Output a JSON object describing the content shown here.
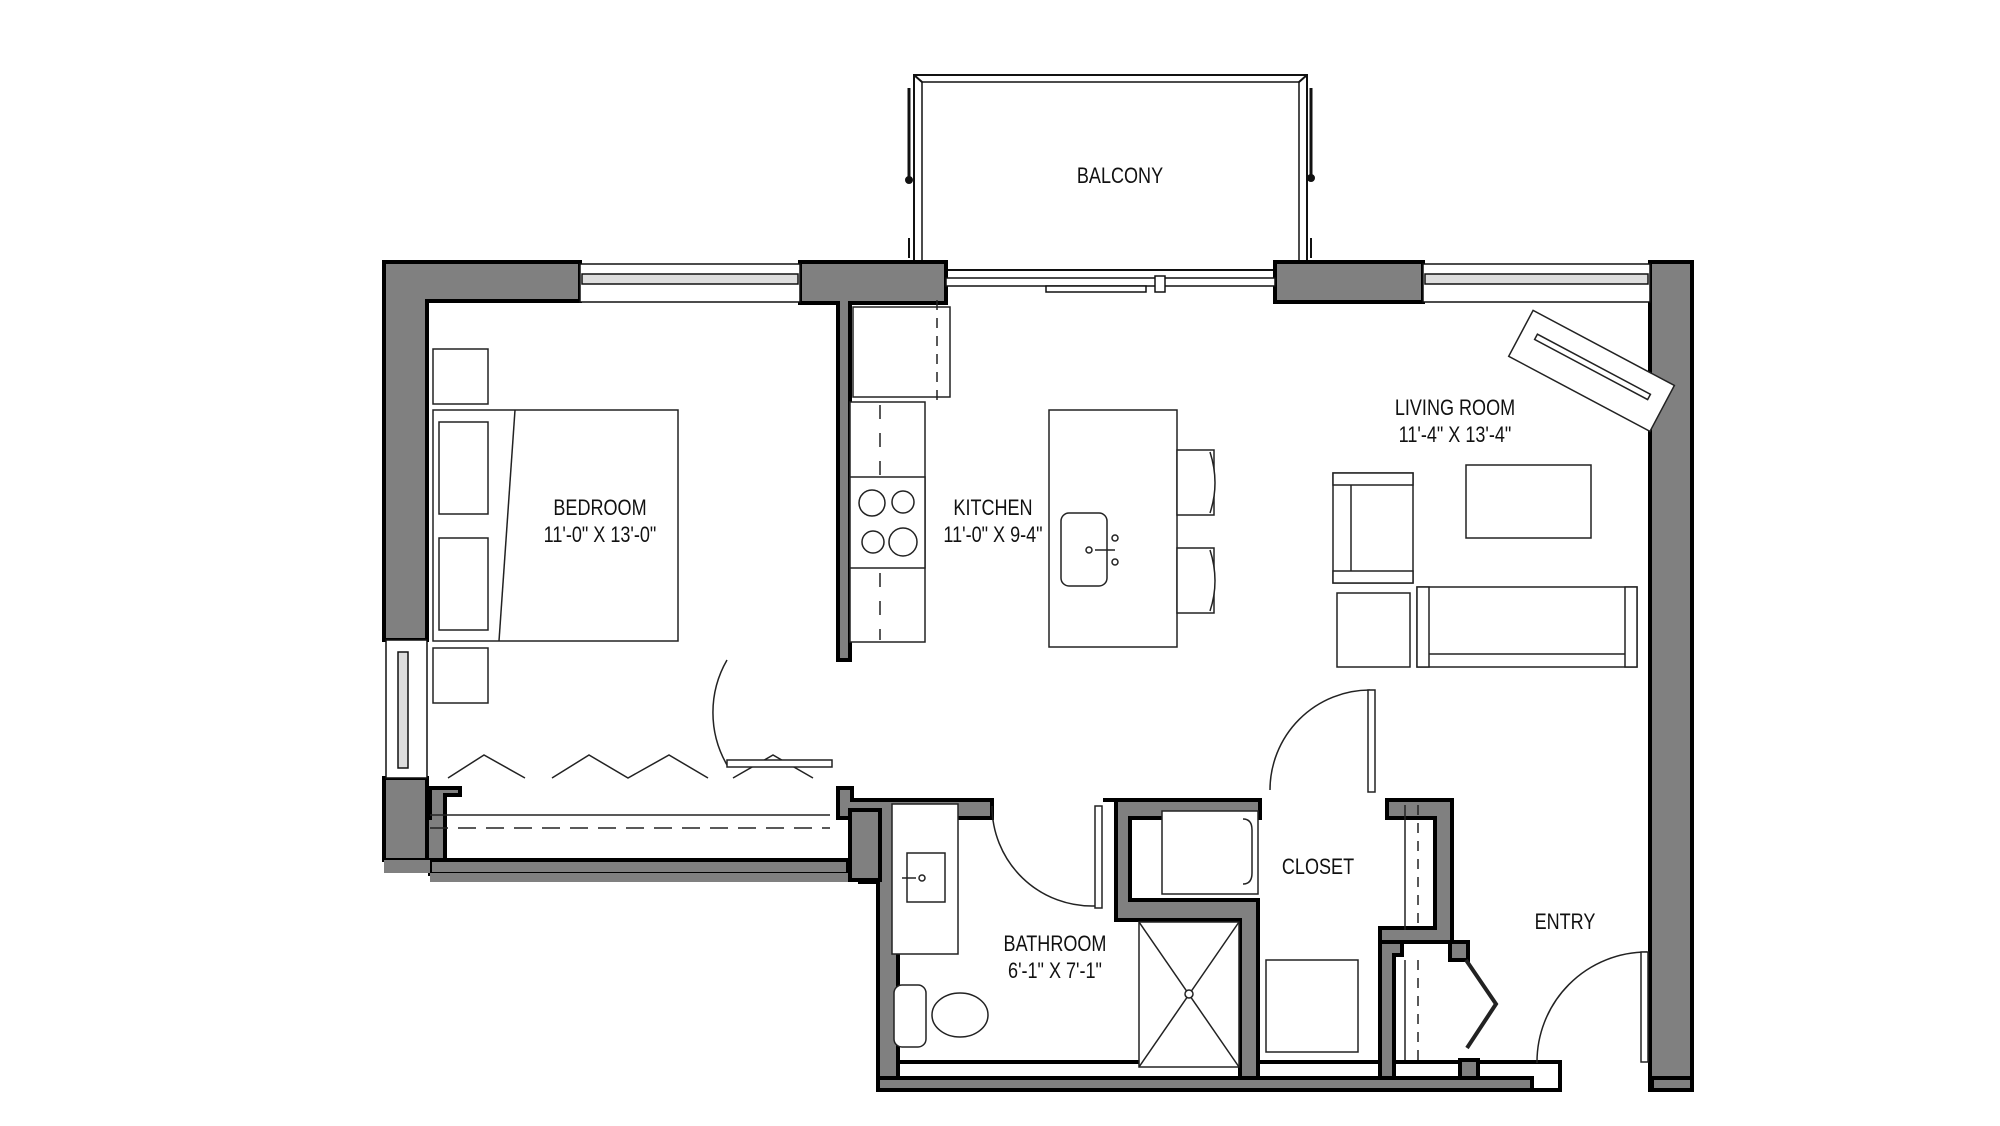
{
  "plan": {
    "wall_fill": "#808080",
    "wall_stroke": "#000000",
    "fixture_stroke": "#222222",
    "background": "#ffffff"
  },
  "rooms": {
    "balcony": {
      "name": "BALCONY"
    },
    "bedroom": {
      "name": "BEDROOM",
      "dimensions": "11'-0\" X 13'-0\""
    },
    "kitchen": {
      "name": "KITCHEN",
      "dimensions": "11'-0\" X 9-4\""
    },
    "living_room": {
      "name": "LIVING ROOM",
      "dimensions": "11'-4\" X 13'-4\""
    },
    "closet": {
      "name": "CLOSET"
    },
    "bathroom": {
      "name": "BATHROOM",
      "dimensions": "6'-1\" X 7'-1\""
    },
    "entry": {
      "name": "ENTRY"
    }
  }
}
